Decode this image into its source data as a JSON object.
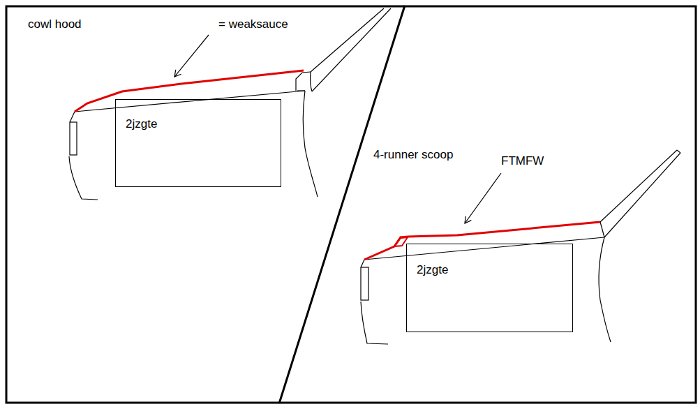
{
  "diagram": {
    "nodes": [
      {
        "text": [
          "2jzgte"
        ]
      },
      {
        "text": [
          "2jzgte"
        ]
      }
    ],
    "labels": [
      "cowl hood",
      "= weaksauce",
      "4-runner scoop",
      "FTMFW"
    ]
  }
}
